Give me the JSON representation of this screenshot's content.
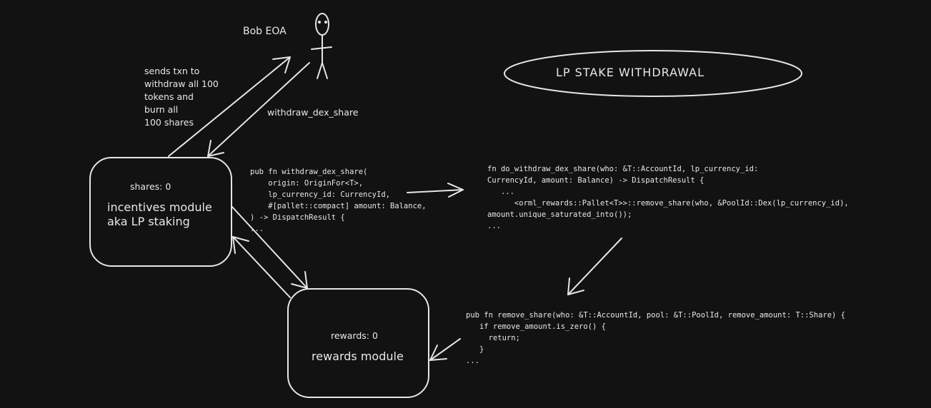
{
  "title": "LP STAKE WITHDRAWAL",
  "actor": {
    "label": "Bob EOA"
  },
  "notes": {
    "send_txn": "sends txn to\nwithdraw all 100\ntokens and\nburn all\n100 shares",
    "call_label": "withdraw_dex_share"
  },
  "incentives_module": {
    "shares": "shares: 0",
    "name": "incentives module\naka LP staking"
  },
  "rewards_module": {
    "rewards": "rewards: 0",
    "name": "rewards module"
  },
  "code": {
    "withdraw_dex_share": "pub fn withdraw_dex_share(\n    origin: OriginFor<T>,\n    lp_currency_id: CurrencyId,\n    #[pallet::compact] amount: Balance,\n) -> DispatchResult {\n...",
    "do_withdraw_dex_share": "fn do_withdraw_dex_share(who: &T::AccountId, lp_currency_id:\nCurrencyId, amount: Balance) -> DispatchResult {\n   ...\n      <orml_rewards::Pallet<T>>::remove_share(who, &PoolId::Dex(lp_currency_id),\namount.unique_saturated_into());\n...",
    "remove_share": "pub fn remove_share(who: &T::AccountId, pool: &T::PoolId, remove_amount: T::Share) {\n   if remove_amount.is_zero() {\n     return;\n   }\n..."
  },
  "colors": {
    "background": "#121212",
    "stroke": "#e6e6e6"
  }
}
